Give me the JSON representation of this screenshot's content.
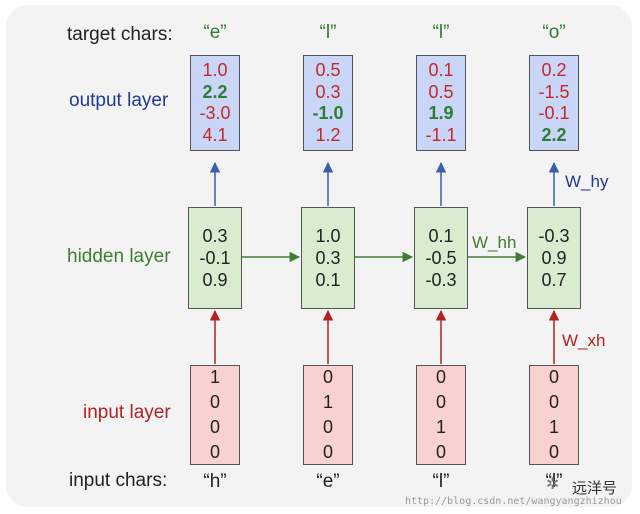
{
  "labels": {
    "target": "target chars:",
    "output": "output layer",
    "hidden": "hidden layer",
    "input": "input layer",
    "input_chars": "input chars:"
  },
  "target_chars": [
    "“e”",
    "“l”",
    "“l”",
    "“o”"
  ],
  "input_chars": [
    "“h”",
    "“e”",
    "“l”",
    "“l”"
  ],
  "output_layer": [
    [
      "1.0",
      "2.2",
      "-3.0",
      "4.1"
    ],
    [
      "0.5",
      "0.3",
      "-1.0",
      "1.2"
    ],
    [
      "0.1",
      "0.5",
      "1.9",
      "-1.1"
    ],
    [
      "0.2",
      "-1.5",
      "-0.1",
      "2.2"
    ]
  ],
  "output_highlight_index": [
    1,
    2,
    2,
    3
  ],
  "hidden_layer": [
    [
      "0.3",
      "-0.1",
      "0.9"
    ],
    [
      "1.0",
      "0.3",
      "0.1"
    ],
    [
      "0.1",
      "-0.5",
      "-0.3"
    ],
    [
      "-0.3",
      "0.9",
      "0.7"
    ]
  ],
  "input_layer": [
    [
      "1",
      "0",
      "0",
      "0"
    ],
    [
      "0",
      "1",
      "0",
      "0"
    ],
    [
      "0",
      "0",
      "1",
      "0"
    ],
    [
      "0",
      "0",
      "1",
      "0"
    ]
  ],
  "weights": {
    "hy": "W_hy",
    "hh": "W_hh",
    "xh": "W_xh"
  },
  "watermark": {
    "url": "http://blog.csdn.net/wangyangzhizhou",
    "brand": "远洋号"
  },
  "colors": {
    "output_fill": "#c9d6f8",
    "hidden_fill": "#d9ecd0",
    "input_fill": "#f9d1d1",
    "output_arrow": "#3a5fa8",
    "hidden_arrow": "#3f7d32",
    "input_arrow": "#b22222",
    "value_red": "#c62828",
    "value_green": "#2e7d32"
  }
}
